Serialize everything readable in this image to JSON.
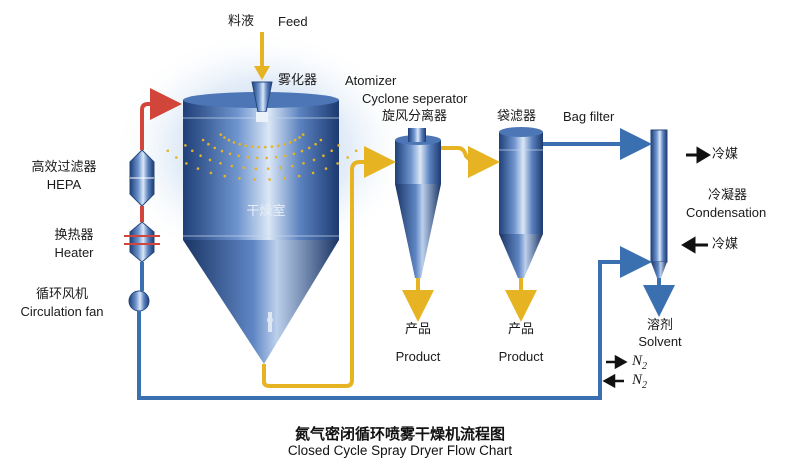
{
  "labels": {
    "feed_cn": "料液",
    "feed_en": "Feed",
    "atomizer_cn": "雾化器",
    "atomizer_en": "Atomizer",
    "cyclone_en": "Cyclone seperator",
    "cyclone_cn": "旋风分离器",
    "bagfilter_cn": "袋滤器",
    "bagfilter_en": "Bag filter",
    "coolant_top_cn": "冷媒",
    "condenser_cn": "冷凝器",
    "condenser_en": "Condensation",
    "coolant_bottom_cn": "冷媒",
    "hepa_cn": "高效过滤器",
    "hepa_en": "HEPA",
    "heater_cn": "换热器",
    "heater_en": "Heater",
    "fan_cn": "循环风机",
    "fan_en": "Circulation fan",
    "dryer_cn": "干燥室",
    "product1_cn": "产品",
    "product1_en": "Product",
    "product2_cn": "产品",
    "product2_en": "Product",
    "solvent_cn": "溶剂",
    "solvent_en": "Solvent",
    "n2_in": "N",
    "n2_out": "N",
    "n2_sub": "2"
  },
  "title": {
    "cn": "氮气密闭循环喷雾干燥机流程图",
    "en": "Closed Cycle Spray Dryer Flow Chart"
  },
  "colors": {
    "vessel": "#3a66a8",
    "gas_pipe": "#3a6fb0",
    "hot_pipe": "#d2453b",
    "product_flow": "#e6b422",
    "arrow_black": "#111111"
  }
}
